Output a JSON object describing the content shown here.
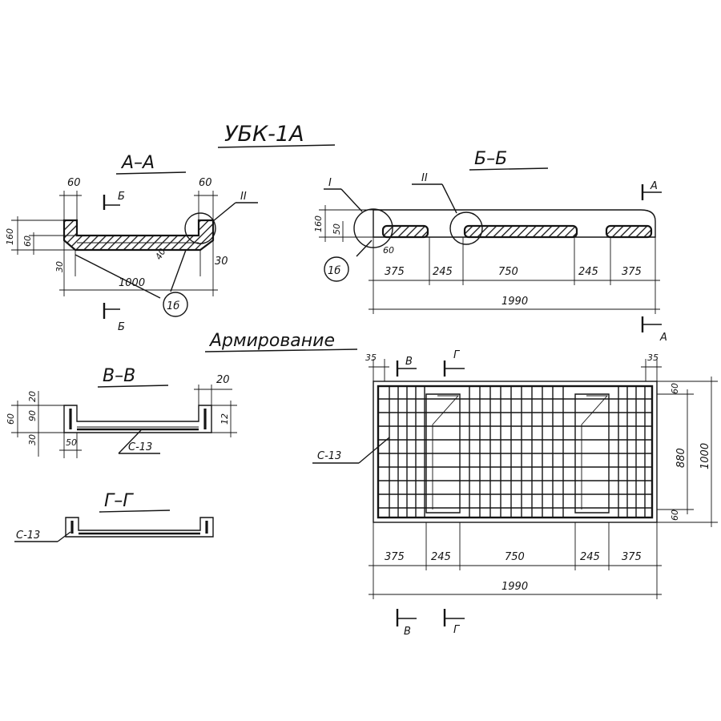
{
  "title": "УБК-1А",
  "sections": {
    "aa": "А–А",
    "bb": "Б–Б",
    "vv": "В–В",
    "gg": "Г–Г",
    "armirovanie": "Армирование"
  },
  "markers": {
    "b": "Б",
    "a": "А",
    "v": "В",
    "g": "Г",
    "node1": "I",
    "node2": "II",
    "detail": "1б",
    "mesh": "С-13"
  },
  "dims_aa": {
    "top_left": "60",
    "top_right": "60",
    "height": "160",
    "inner": "60",
    "left_bottom": "30",
    "right_bottom": "30",
    "span": "1000",
    "slab": "40"
  },
  "dims_bb": {
    "height": "160",
    "inner": "50",
    "small": "60",
    "segments": [
      "375",
      "245",
      "750",
      "245",
      "375"
    ],
    "total": "1990"
  },
  "dims_vv": {
    "top_right": "20",
    "h1": "20",
    "h2": "90",
    "h3": "30",
    "total_left": "60",
    "bottom": "50",
    "right_side": "12"
  },
  "dims_arm": {
    "left_edge": "35",
    "right_edge": "35",
    "segments": [
      "375",
      "245",
      "750",
      "245",
      "375"
    ],
    "total": "1990",
    "width_total": "1000",
    "width_inner": "880",
    "edge_top": "60",
    "edge_bottom": "60"
  }
}
